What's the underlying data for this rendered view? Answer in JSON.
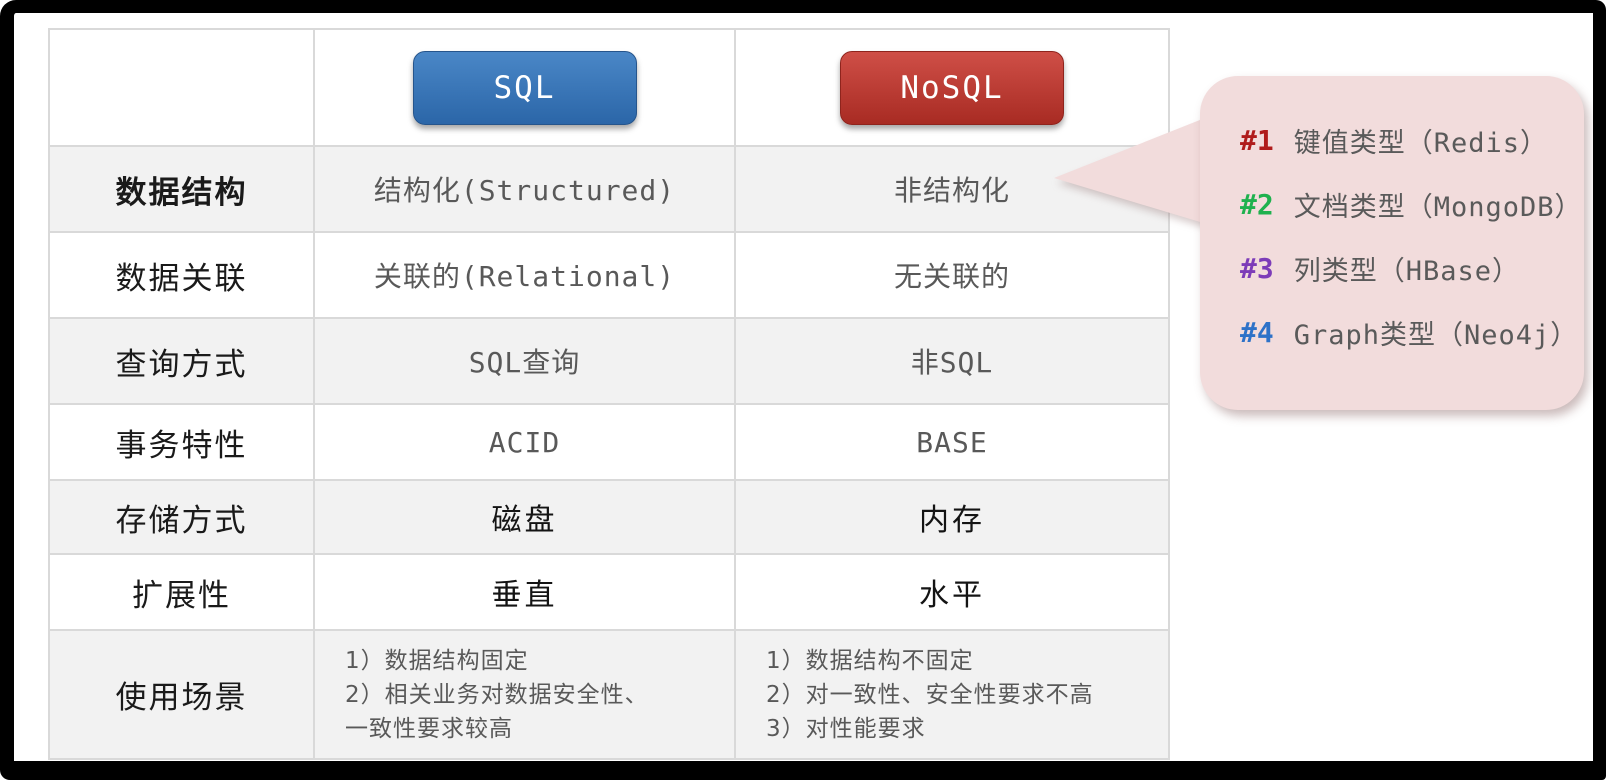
{
  "window": {
    "frame_color": "#000000",
    "background": "#ffffff"
  },
  "table": {
    "header": {
      "sql_badge": "SQL",
      "nosql_badge": "NoSQL"
    },
    "badge_colors": {
      "sql": "#3674b5",
      "nosql": "#b5362b"
    },
    "stripe_color": "#f2f2f2",
    "border_color": "#d9d9d9",
    "rows": [
      {
        "label": "数据结构",
        "sql": "结构化(Structured)",
        "nosql": "非结构化"
      },
      {
        "label": "数据关联",
        "sql": "关联的(Relational)",
        "nosql": "无关联的"
      },
      {
        "label": "查询方式",
        "sql": "SQL查询",
        "nosql": "非SQL"
      },
      {
        "label": "事务特性",
        "sql": "ACID",
        "nosql": "BASE"
      },
      {
        "label": "存储方式",
        "sql": "磁盘",
        "nosql": "内存"
      },
      {
        "label": "扩展性",
        "sql": "垂直",
        "nosql": "水平"
      },
      {
        "label": "使用场景",
        "sql": "1）数据结构固定\n2）相关业务对数据安全性、\n一致性要求较高",
        "nosql": "1）数据结构不固定\n2）对一致性、安全性要求不高\n3）对性能要求"
      }
    ]
  },
  "callout": {
    "background": "#f2dcdc",
    "items": [
      {
        "num": "#1",
        "color": "#b01c1c",
        "text": "键值类型（Redis）"
      },
      {
        "num": "#2",
        "color": "#1fb14e",
        "text": "文档类型（MongoDB）"
      },
      {
        "num": "#3",
        "color": "#7d3cb8",
        "text": "列类型（HBase）"
      },
      {
        "num": "#4",
        "color": "#2e72c8",
        "text": "Graph类型（Neo4j）"
      }
    ]
  }
}
